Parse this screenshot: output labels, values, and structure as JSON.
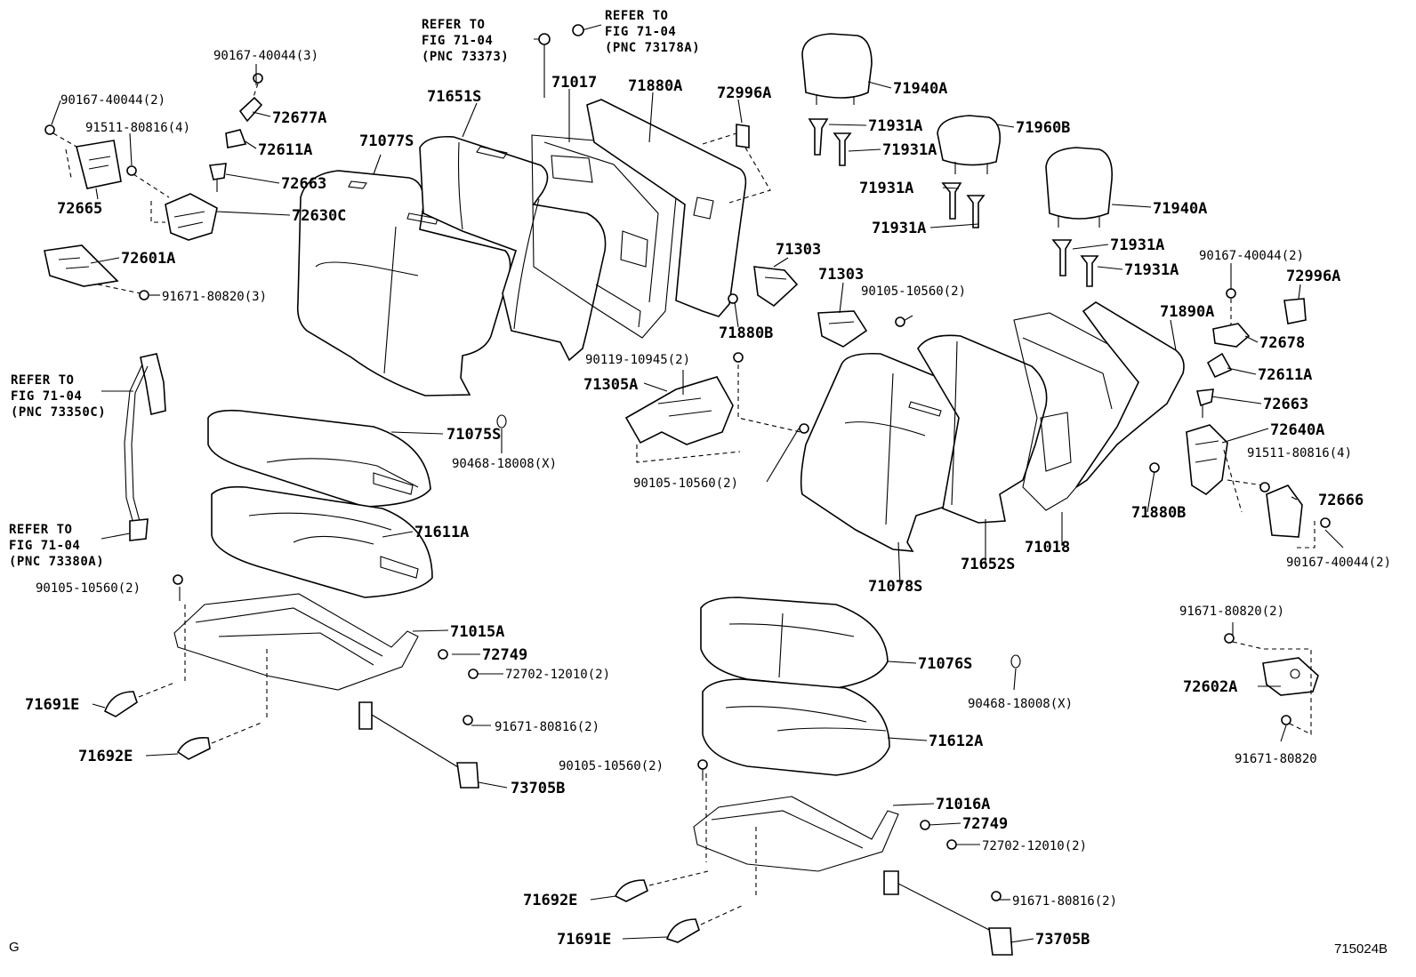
{
  "figure": {
    "corner_left": "G",
    "corner_right": "715024B"
  },
  "references": {
    "r1": [
      "REFER TO",
      "FIG 71-04",
      "(PNC 73373)"
    ],
    "r2": [
      "REFER TO",
      "FIG 71-04",
      "(PNC 73178A)"
    ],
    "r3": [
      "REFER TO",
      "FIG 71-04",
      "(PNC 73350C)"
    ],
    "r4": [
      "REFER TO",
      "FIG 71-04",
      "(PNC 73380A)"
    ]
  },
  "parts": {
    "p_90167_40044_3": "90167-40044(3)",
    "p_90167_40044_2_a": "90167-40044(2)",
    "p_72677A": "72677A",
    "p_91511_80816_4_a": "91511-80816(4)",
    "p_72611A_a": "72611A",
    "p_72663_a": "72663",
    "p_72665": "72665",
    "p_72630C": "72630C",
    "p_72601A": "72601A",
    "p_91671_80820_3": "91671-80820(3)",
    "p_71651S": "71651S",
    "p_71017": "71017",
    "p_71880A": "71880A",
    "p_72996A_a": "72996A",
    "p_71077S": "71077S",
    "p_71940A_a": "71940A",
    "p_71931A_1": "71931A",
    "p_71931A_2": "71931A",
    "p_71960B": "71960B",
    "p_71931A_3": "71931A",
    "p_71931A_4": "71931A",
    "p_71940A_b": "71940A",
    "p_71931A_5": "71931A",
    "p_71931A_6": "71931A",
    "p_71303_a": "71303",
    "p_71303_b": "71303",
    "p_90105_10560_2_a": "90105-10560(2)",
    "p_71880B_a": "71880B",
    "p_90167_40044_2_b": "90167-40044(2)",
    "p_72996A_b": "72996A",
    "p_71890A": "71890A",
    "p_72678": "72678",
    "p_72611A_b": "72611A",
    "p_72663_b": "72663",
    "p_72640A": "72640A",
    "p_91511_80816_4_b": "91511-80816(4)",
    "p_72666": "72666",
    "p_90167_40044_2_c": "90167-40044(2)",
    "p_90119_10945_2": "90119-10945(2)",
    "p_71305A": "71305A",
    "p_71075S": "71075S",
    "p_90468_18008_X_a": "90468-18008(X)",
    "p_90105_10560_2_b": "90105-10560(2)",
    "p_71880B_b": "71880B",
    "p_71018": "71018",
    "p_71652S": "71652S",
    "p_71078S": "71078S",
    "p_71611A": "71611A",
    "p_90105_10560_2_c": "90105-10560(2)",
    "p_71015A": "71015A",
    "p_72749_a": "72749",
    "p_72702_12010_2_a": "72702-12010(2)",
    "p_71691E_a": "71691E",
    "p_71692E_a": "71692E",
    "p_91671_80816_2_a": "91671-80816(2)",
    "p_73705B_a": "73705B",
    "p_71076S": "71076S",
    "p_90468_18008_X_b": "90468-18008(X)",
    "p_91671_80820_2": "91671-80820(2)",
    "p_72602A": "72602A",
    "p_91671_80820": "91671-80820",
    "p_71612A": "71612A",
    "p_90105_10560_2_d": "90105-10560(2)",
    "p_71016A": "71016A",
    "p_72749_b": "72749",
    "p_72702_12010_2_b": "72702-12010(2)",
    "p_71692E_b": "71692E",
    "p_91671_80816_2_b": "91671-80816(2)",
    "p_71691E_b": "71691E",
    "p_73705B_b": "73705B"
  }
}
